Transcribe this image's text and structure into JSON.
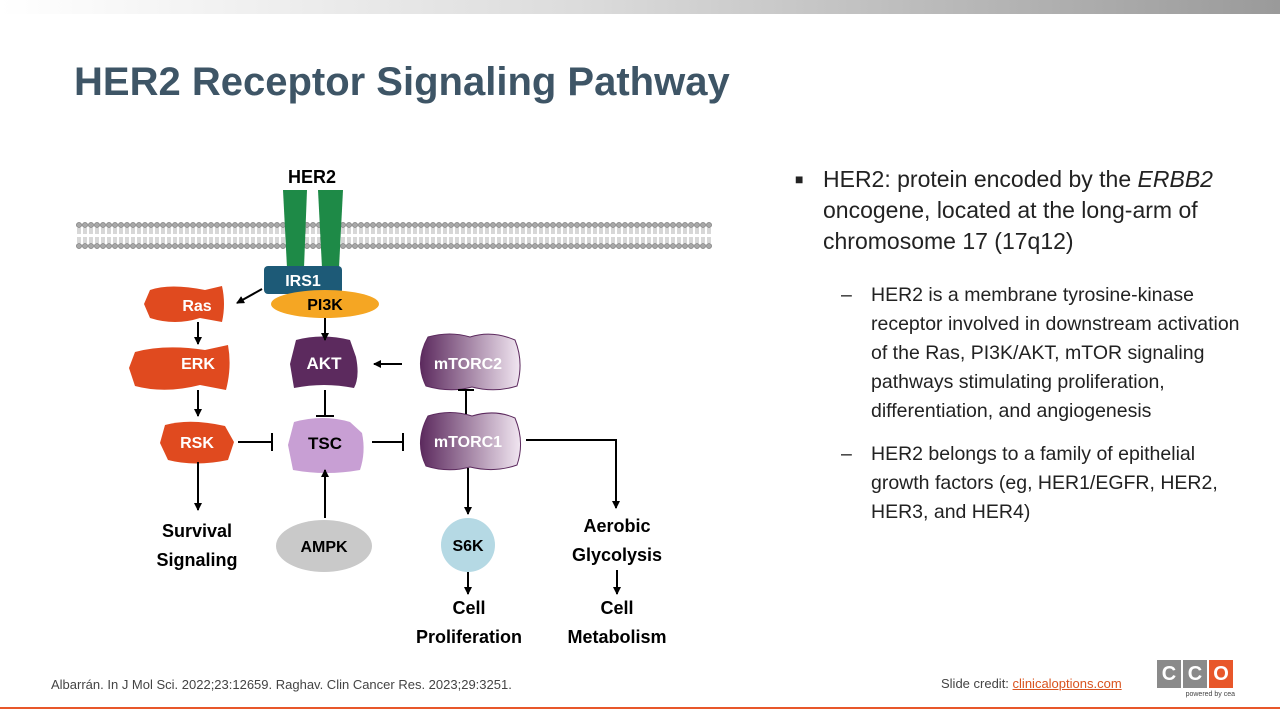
{
  "slide_title": "HER2 Receptor Signaling Pathway",
  "diagram": {
    "receptor_label": "HER2",
    "nodes": {
      "irs1": "IRS1",
      "pi3k": "PI3K",
      "ras": "Ras",
      "erk": "ERK",
      "rsk": "RSK",
      "akt": "AKT",
      "mtorc2": "mTORC2",
      "tsc": "TSC",
      "mtorc1": "mTORC1",
      "ampk": "AMPK",
      "s6k": "S6K"
    },
    "outcomes": {
      "survival_1": "Survival",
      "survival_2": "Signaling",
      "aerobic_1": "Aerobic",
      "aerobic_2": "Glycolysis",
      "cell_prolif_1": "Cell",
      "cell_prolif_2": "Proliferation",
      "cell_metab_1": "Cell",
      "cell_metab_2": "Metabolism"
    },
    "colors": {
      "receptor": "#1e8a47",
      "irs1": "#1d5a77",
      "pi3k": "#f5a623",
      "mapk": "#e04a1f",
      "akt": "#5c2a5e",
      "tsc": "#c89fd4",
      "mtor": "#8a5a8c",
      "ampk": "#c9c9c9",
      "s6k": "#b5d9e4"
    }
  },
  "bullets": {
    "main_pre": "HER2: protein encoded by the ",
    "main_italic": "ERBB2",
    "main_post": " oncogene, located at the long-arm of chromosome 17 (17q12)",
    "sub1": "HER2 is a membrane tyrosine-kinase receptor involved in downstream activation of the Ras, PI3K/AKT, mTOR signaling pathways stimulating proliferation, differentiation, and angiogenesis",
    "sub2": "HER2 belongs to a family of epithelial growth factors (eg, HER1/EGFR, HER2, HER3, and HER4)",
    "main_marker": "■",
    "sub_marker": "–"
  },
  "footer": {
    "references": "Albarrán. In J Mol Sci. 2022;23:12659. Raghav. Clin Cancer Res. 2023;29:3251.",
    "credit_label": "Slide credit: ",
    "credit_link": "clinicaloptions.com"
  },
  "logo": {
    "letters": [
      "C",
      "C",
      "O"
    ],
    "tagline": "powered by cea"
  }
}
